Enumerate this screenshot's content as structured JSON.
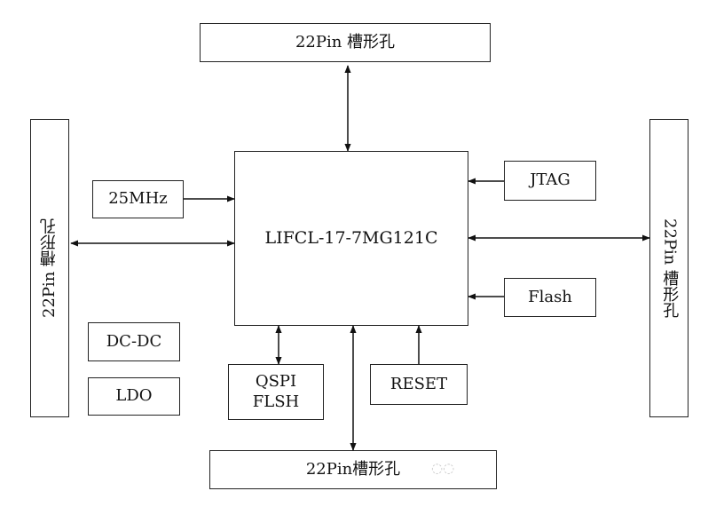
{
  "diagram": {
    "top_connector": "22Pin 槽形孔",
    "left_connector": "22Pin 槽形孔",
    "right_connector": "22Pin 槽形孔",
    "bottom_connector": "22Pin槽形孔",
    "fpga": "LIFCL-17-7MG121C",
    "oscillator": "25MHz",
    "jtag": "JTAG",
    "flash": "Flash",
    "dcdc": "DC-DC",
    "ldo": "LDO",
    "qspi_line1": "QSPI",
    "qspi_line2": "FLSH",
    "reset": "RESET",
    "line_color": "#111111"
  }
}
